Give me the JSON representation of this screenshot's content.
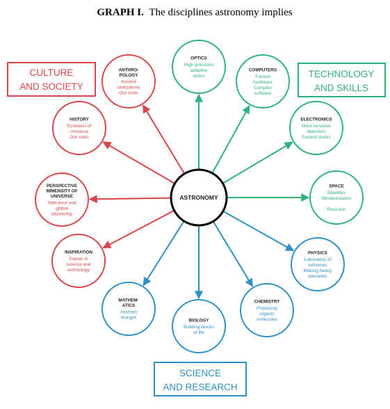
{
  "caption": {
    "bold": "GRAPH I.",
    "text": "The disciplines astronomy implies"
  },
  "center": "ASTRONOMY",
  "categories": {
    "culture": {
      "lines": [
        "CULTURE",
        "AND SOCIETY"
      ],
      "color": "#d9454a"
    },
    "technology": {
      "lines": [
        "TECHNOLOGY",
        "AND SKILLS"
      ],
      "color": "#2fb37c"
    },
    "science": {
      "lines": [
        "SCIENCE",
        "AND RESEARCH"
      ],
      "color": "#2e90c4"
    }
  },
  "nodes": [
    {
      "id": "optics",
      "group": "technology",
      "title": [
        "OPTICS"
      ],
      "desc": [
        "High-precision",
        "adaptive",
        "optics"
      ]
    },
    {
      "id": "computers",
      "group": "technology",
      "title": [
        "COMPUTERS"
      ],
      "desc": [
        "Fastest",
        "hardware",
        "Complex",
        "software"
      ]
    },
    {
      "id": "electronics",
      "group": "technology",
      "title": [
        "ELECTRONICS"
      ],
      "desc": [
        "Most sensitive",
        "detectors",
        "Fastest clocks"
      ]
    },
    {
      "id": "space",
      "group": "technology",
      "title": [
        "SPACE"
      ],
      "desc": [
        "Satellites",
        "Miniaturization",
        "",
        "Precision"
      ]
    },
    {
      "id": "physics",
      "group": "science",
      "title": [
        "PHYSICS"
      ],
      "desc": [
        "Laboratory of",
        "extremes",
        "Making heavy",
        "elements"
      ]
    },
    {
      "id": "chemistry",
      "group": "science",
      "title": [
        "CHEMISTRY"
      ],
      "desc": [
        "Producing",
        "organic",
        "molecules"
      ]
    },
    {
      "id": "biology",
      "group": "science",
      "title": [
        "BIOLOGY"
      ],
      "desc": [
        "Building blocks",
        "of life"
      ]
    },
    {
      "id": "mathematics",
      "group": "science",
      "title": [
        "MATHEM-",
        "ATICS"
      ],
      "desc": [
        "Abstract",
        "thought"
      ]
    },
    {
      "id": "inspiration",
      "group": "culture",
      "title": [
        "INSPIRATION"
      ],
      "desc": [
        "Career in",
        "science and",
        "technology"
      ]
    },
    {
      "id": "perspective",
      "group": "culture",
      "title": [
        "PERSPECTIVE",
        "IMMENSITY OF",
        "UNIVERSE"
      ],
      "desc": [
        "Tolerance and",
        "global",
        "citizenship"
      ]
    },
    {
      "id": "history",
      "group": "culture",
      "title": [
        "HISTORY"
      ],
      "desc": [
        "Evolution of",
        "Universe",
        "Our roots"
      ]
    },
    {
      "id": "anthropology",
      "group": "culture",
      "title": [
        "ANTHRO-",
        "POLOGY"
      ],
      "desc": [
        "Ancient",
        "civilizations",
        "Our roots"
      ]
    }
  ]
}
